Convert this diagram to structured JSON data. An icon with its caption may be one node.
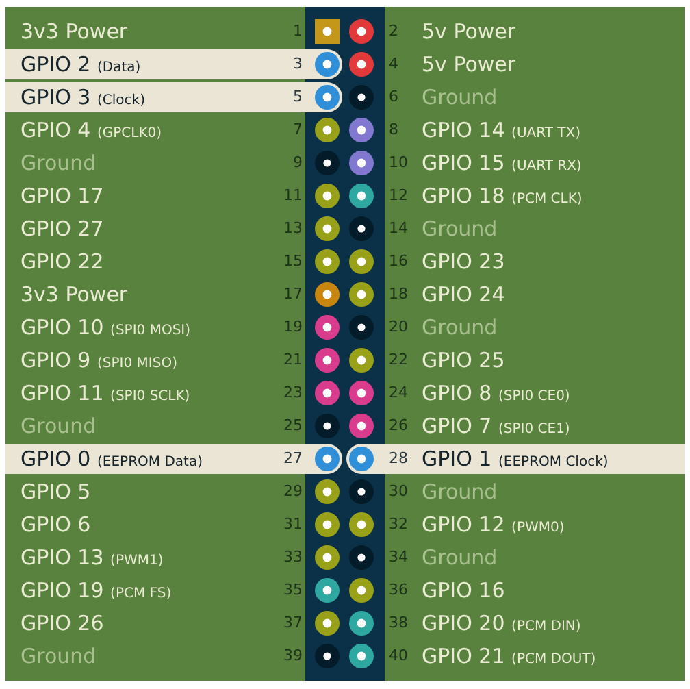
{
  "diagram": {
    "nodes": [
      {
        "text": [
          "3v3 Power"
        ]
      },
      {
        "text": [
          "5v Power"
        ]
      },
      {
        "text": [
          "GPIO 2",
          "(Data)"
        ]
      },
      {
        "text": [
          "5v Power"
        ]
      },
      {
        "text": [
          "GPIO 3",
          "(Clock)"
        ]
      },
      {
        "text": [
          "Ground"
        ]
      },
      {
        "text": [
          "GPIO 4",
          "(GPCLK0)"
        ]
      },
      {
        "text": [
          "GPIO 14",
          "(UART TX)"
        ]
      },
      {
        "text": [
          "Ground"
        ]
      },
      {
        "text": [
          "GPIO 15",
          "(UART RX)"
        ]
      },
      {
        "text": [
          "GPIO 17"
        ]
      },
      {
        "text": [
          "GPIO 18",
          "(PCM CLK)"
        ]
      },
      {
        "text": [
          "GPIO 27"
        ]
      },
      {
        "text": [
          "Ground"
        ]
      },
      {
        "text": [
          "GPIO 22"
        ]
      },
      {
        "text": [
          "GPIO 23"
        ]
      },
      {
        "text": [
          "3v3 Power"
        ]
      },
      {
        "text": [
          "GPIO 24"
        ]
      },
      {
        "text": [
          "GPIO 10",
          "(SPI0 MOSI)"
        ]
      },
      {
        "text": [
          "Ground"
        ]
      },
      {
        "text": [
          "GPIO 9",
          "(SPI0 MISO)"
        ]
      },
      {
        "text": [
          "GPIO 25"
        ]
      },
      {
        "text": [
          "GPIO 11",
          "(SPI0 SCLK)"
        ]
      },
      {
        "text": [
          "GPIO 8",
          "(SPI0 CE0)"
        ]
      },
      {
        "text": [
          "Ground"
        ]
      },
      {
        "text": [
          "GPIO 7",
          "(SPI0 CE1)"
        ]
      },
      {
        "text": [
          "GPIO 0",
          "(EEPROM Data)"
        ]
      },
      {
        "text": [
          "GPIO 1",
          "(EEPROM Clock)"
        ]
      },
      {
        "text": [
          "GPIO 5"
        ]
      },
      {
        "text": [
          "Ground"
        ]
      },
      {
        "text": [
          "GPIO 6"
        ]
      },
      {
        "text": [
          "GPIO 12",
          "(PWM0)"
        ]
      },
      {
        "text": [
          "GPIO 13",
          "(PWM1)"
        ]
      },
      {
        "text": [
          "Ground"
        ]
      },
      {
        "text": [
          "GPIO 19",
          "(PCM FS)"
        ]
      },
      {
        "text": [
          "GPIO 16"
        ]
      },
      {
        "text": [
          "GPIO 26"
        ]
      },
      {
        "text": [
          "GPIO 20",
          "(PCM DIN)"
        ]
      },
      {
        "text": [
          "Ground"
        ]
      },
      {
        "text": [
          "GPIO 21",
          "(PCM DOUT)"
        ]
      }
    ],
    "labels": [
      "1",
      "2",
      "3",
      "4",
      "5",
      "6",
      "7",
      "8",
      "9",
      "10",
      "11",
      "12",
      "13",
      "14",
      "15",
      "16",
      "17",
      "18",
      "19",
      "20",
      "21",
      "22",
      "23",
      "24",
      "25",
      "26",
      "27",
      "28",
      "29",
      "30",
      "31",
      "32",
      "33",
      "34",
      "35",
      "36",
      "37",
      "38",
      "39",
      "40"
    ]
  }
}
